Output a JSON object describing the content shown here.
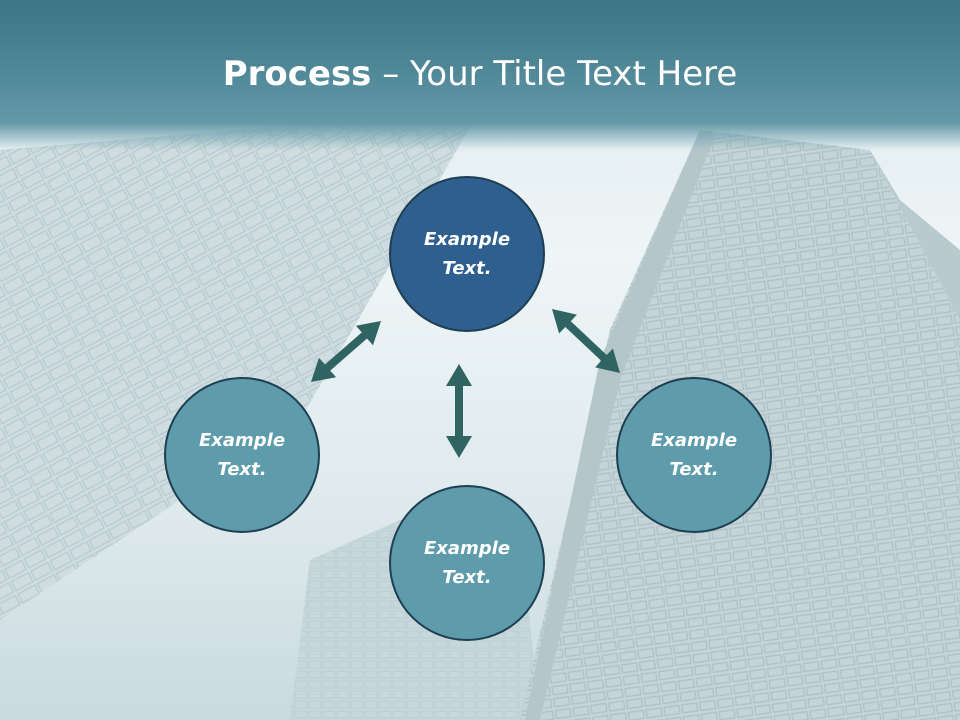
{
  "title": {
    "bold": "Process",
    "rest": " – Your Title Text Here"
  },
  "colors": {
    "accent_dark": "#2f5f8f",
    "node_fill": "#5e9bab",
    "node_stroke": "#1e3f52",
    "arrow": "#2f6462"
  },
  "nodes": [
    {
      "id": "top",
      "line1": "Example",
      "line2": "Text.",
      "highlight": true
    },
    {
      "id": "left",
      "line1": "Example",
      "line2": "Text.",
      "highlight": false
    },
    {
      "id": "right",
      "line1": "Example",
      "line2": "Text.",
      "highlight": false
    },
    {
      "id": "bottom",
      "line1": "Example",
      "line2": "Text.",
      "highlight": false
    }
  ],
  "arrows": [
    {
      "from": "top",
      "to": "left",
      "type": "double"
    },
    {
      "from": "top",
      "to": "bottom",
      "type": "double"
    },
    {
      "from": "top",
      "to": "right",
      "type": "double"
    }
  ]
}
